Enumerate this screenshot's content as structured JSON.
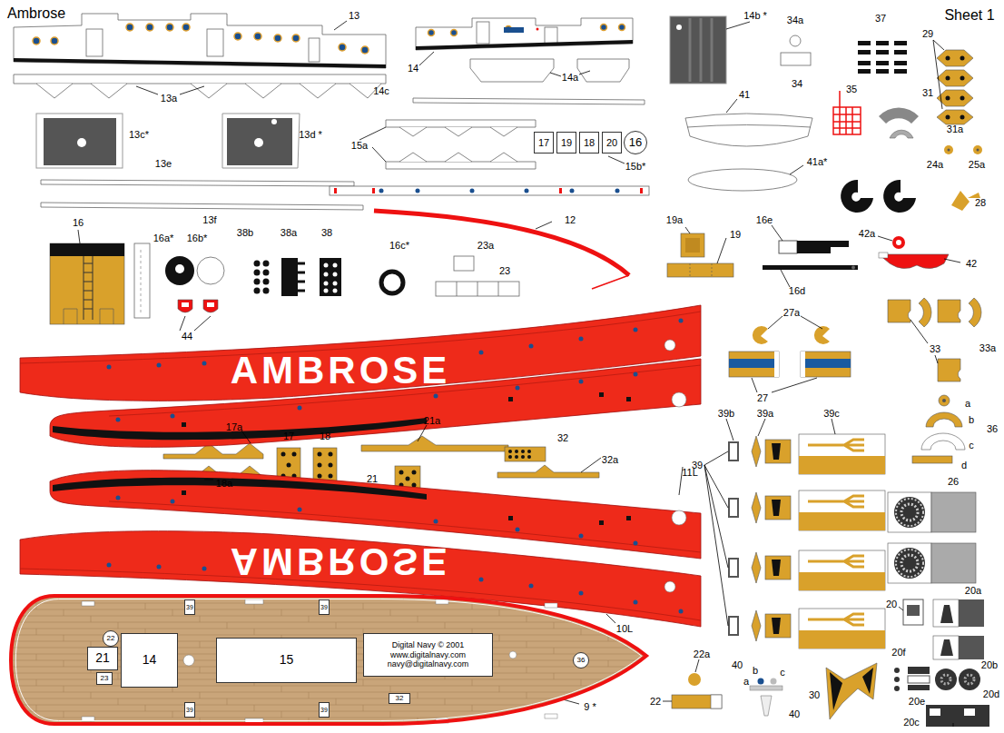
{
  "diagram": {
    "title": "Ambrose",
    "nodes": [
      {
        "text": [
          "AMBROSE"
        ]
      },
      {
        "text": [
          "AMBROSE"
        ]
      },
      {
        "text": [
          "17"
        ]
      },
      {
        "text": [
          "19"
        ]
      },
      {
        "text": [
          "18"
        ]
      },
      {
        "text": [
          "20"
        ]
      },
      {
        "text": [
          "16"
        ]
      },
      {
        "text": []
      },
      {
        "text": [
          "22"
        ],
        "in": 7
      },
      {
        "text": [
          "21"
        ],
        "in": 7
      },
      {
        "text": [
          "14"
        ],
        "in": 7
      },
      {
        "text": [
          "23"
        ],
        "in": 7
      },
      {
        "text": [
          "39"
        ],
        "in": 7
      },
      {
        "text": [
          "39"
        ],
        "in": 7
      },
      {
        "text": [
          "15"
        ],
        "in": 7
      },
      {
        "text": [
          "39"
        ],
        "in": 7
      },
      {
        "text": [
          "39"
        ],
        "in": 7
      },
      {
        "text": [
          "Digital Navy © 2001 www.digitalnavy.com navy@digitalnavy.com"
        ],
        "in": 7
      },
      {
        "text": [
          "32"
        ],
        "in": 7
      },
      {
        "text": [
          "36"
        ],
        "in": 7
      }
    ],
    "labels": [
      "Sheet 1",
      "13",
      "13a",
      "14",
      "14a",
      "14b *",
      "34a",
      "34",
      "37",
      "29",
      "13c*",
      "13d *",
      "13e",
      "13f",
      "14c",
      "15a",
      "15b*",
      "41",
      "41a*",
      "35",
      "31",
      "31a",
      "24a",
      "25a",
      "28",
      "12",
      "16",
      "16a*",
      "16b*",
      "38b",
      "38a",
      "38",
      "16c*",
      "23a",
      "23",
      "19a",
      "19",
      "16e",
      "16d",
      "42a",
      "42",
      "27a",
      "27",
      "33",
      "33a",
      "a",
      "b",
      "36",
      "c",
      "d",
      "44",
      "11L",
      "17a",
      "17",
      "18",
      "21a",
      "32",
      "32a",
      "18a",
      "21",
      "10L",
      "39b",
      "39a",
      "39c",
      "39",
      "26",
      "20",
      "20a",
      "20f",
      "20b",
      "20e",
      "20d",
      "20c",
      "22a",
      "22",
      "40",
      "b",
      "c",
      "a",
      "40",
      "30",
      "9 *"
    ]
  }
}
